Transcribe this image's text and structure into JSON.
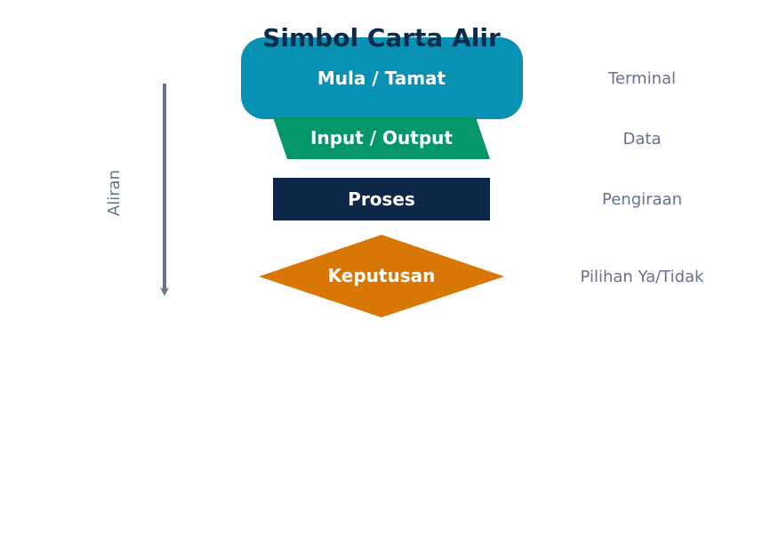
{
  "title": "Simbol Carta Alir",
  "flow_label": "Aliran",
  "colors": {
    "title": "#0c2a4a",
    "desc": "#64748b",
    "arrow": "#64748b",
    "shape_text": "#ffffff"
  },
  "symbols": [
    {
      "shape": "terminal",
      "label": "Mula / Tamat",
      "description": "Terminal",
      "color": "#0891b2"
    },
    {
      "shape": "parallelogram",
      "label": "Input / Output",
      "description": "Data",
      "color": "#059669"
    },
    {
      "shape": "rectangle",
      "label": "Proses",
      "description": "Pengiraan",
      "color": "#0c2748"
    },
    {
      "shape": "diamond",
      "label": "Keputusan",
      "description": "Pilihan Ya/Tidak",
      "color": "#d97706"
    }
  ]
}
